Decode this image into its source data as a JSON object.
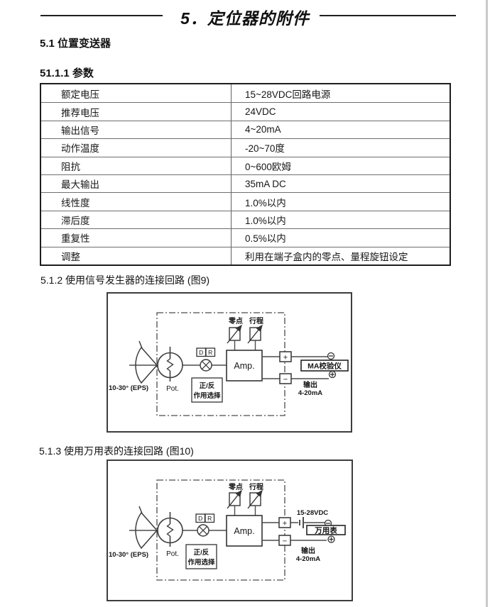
{
  "page": {
    "title": "5．定位器的附件",
    "sections": {
      "s51": "5.1 位置变送器",
      "s5111": "51.1.1 参数",
      "s512": "5.1.2 使用信号发生器的连接回路 (图9)",
      "s513": "5.1.3 使用万用表的连接回路 (图10)"
    }
  },
  "spec_table": {
    "rows": [
      {
        "label": "额定电压",
        "value": "15~28VDC回路电源"
      },
      {
        "label": "推荐电压",
        "value": "24VDC"
      },
      {
        "label": "输出信号",
        "value": "4~20mA"
      },
      {
        "label": "动作温度",
        "value": "-20~70度"
      },
      {
        "label": "阻抗",
        "value": "0~600欧姆"
      },
      {
        "label": "最大输出",
        "value": "35mA DC"
      },
      {
        "label": "线性度",
        "value": "1.0%以内"
      },
      {
        "label": "滞后度",
        "value": "1.0%以内"
      },
      {
        "label": "重复性",
        "value": "0.5%以内"
      },
      {
        "label": "调整",
        "value": "利用在端子盒内的零点、量程旋钮设定"
      }
    ]
  },
  "fig9": {
    "zero_label": "零点",
    "travel_label": "行程",
    "d_label": "D",
    "r_label": "R",
    "amp_label": "Amp.",
    "pot_label": "Pot.",
    "angle_label": "10-30° (EPS)",
    "action_line1": "正/反",
    "action_line2": "作用选择",
    "plus_label": "+",
    "minus_label": "−",
    "meter_label": "MA校验仪",
    "output_line1": "输出",
    "output_line2": "4-20mA"
  },
  "fig10": {
    "zero_label": "零点",
    "travel_label": "行程",
    "d_label": "D",
    "r_label": "R",
    "amp_label": "Amp.",
    "pot_label": "Pot.",
    "angle_label": "10-30° (EPS)",
    "action_line1": "正/反",
    "action_line2": "作用选择",
    "plus_label": "+",
    "minus_label": "−",
    "supply_label": "15-28VDC",
    "meter_label": "万用表",
    "output_line1": "输出",
    "output_line2": "4-20mA"
  },
  "colors": {
    "ink": "#161616",
    "line": "#4c4c4c",
    "page": "#ffffff"
  }
}
